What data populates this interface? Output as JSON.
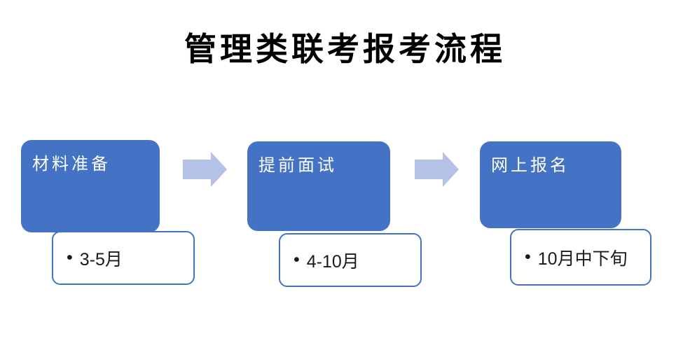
{
  "title": "管理类联考报考流程",
  "colors": {
    "background": "#ffffff",
    "step_fill": "#4472C4",
    "step_text": "#ffffff",
    "arrow_fill": "#b4c2e7",
    "detail_border": "#4472C4",
    "detail_text": "#1a1a1a",
    "title_text": "#000000"
  },
  "bullet_char": "•",
  "steps": [
    {
      "label": "材料准备",
      "detail": "3-5月"
    },
    {
      "label": "提前面试",
      "detail": "4-10月"
    },
    {
      "label": "网上报名",
      "detail": "10月中下旬"
    }
  ]
}
